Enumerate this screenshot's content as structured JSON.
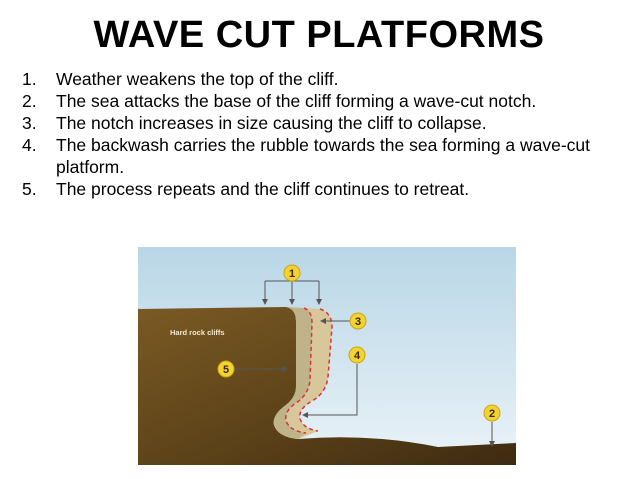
{
  "title": "WAVE CUT PLATFORMS",
  "steps": [
    {
      "number": "1.",
      "text": "Weather weakens the top of the cliff."
    },
    {
      "number": "2.",
      "text": "The sea attacks the base of the cliff forming a wave-cut notch."
    },
    {
      "number": "3.",
      "text": "The notch increases in size causing the cliff to collapse."
    },
    {
      "number": "4.",
      "text": "The backwash carries the rubble towards the sea forming a wave-cut platform."
    },
    {
      "number": "5.",
      "text": "The process repeats and the cliff continues to retreat."
    }
  ],
  "diagram": {
    "cliff_label": "Hard rock cliffs",
    "markers": [
      {
        "label": "1"
      },
      {
        "label": "2"
      },
      {
        "label": "3"
      },
      {
        "label": "4"
      },
      {
        "label": "5"
      }
    ],
    "colors": {
      "sky_top": "#b9d6e6",
      "sky_bottom": "#eaf3f8",
      "cliff_dark": "#3e2a12",
      "cliff_mid": "#7a5a24",
      "collapse_zone": "#d8c79a",
      "notch_zone": "#bfb38a",
      "dashed_line": "#d9343a",
      "marker_fill": "#f4d233",
      "sea": "#cfe4ef"
    }
  }
}
